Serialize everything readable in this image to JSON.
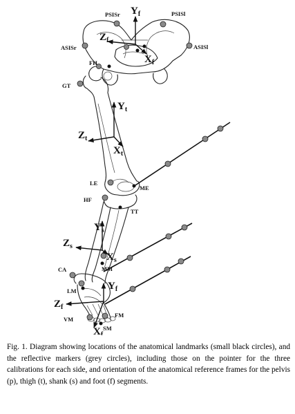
{
  "figure": {
    "landmarks": {
      "psis_r": "PSISr",
      "psis_l": "PSISl",
      "asis_r": "ASISr",
      "asis_l": "ASISl",
      "fh": "FH",
      "gt": "GT",
      "le": "LE",
      "me": "ME",
      "hf": "HF",
      "tt": "TT",
      "mm": "MM",
      "ca": "CA",
      "lm": "LM",
      "vm": "VM",
      "fm": "FM",
      "sm": "SM"
    },
    "axes": {
      "pelvis": {
        "y": "Y",
        "y_sub": "f",
        "z": "Z",
        "z_sub": "f",
        "x": "X",
        "x_sub": "f"
      },
      "thigh": {
        "y": "Y",
        "y_sub": "t",
        "z": "Z",
        "z_sub": "t",
        "x": "X",
        "x_sub": "t"
      },
      "shank": {
        "z": "Z",
        "z_sub": "s",
        "x": "X",
        "x_sub": "s",
        "y": "Y",
        "y_sub": "s"
      },
      "foot": {
        "y": "Y",
        "y_sub": "f",
        "z": "Z",
        "z_sub": "f",
        "x": "X",
        "x_sub": "f"
      }
    }
  },
  "caption": "Fig. 1. Diagram showing locations of the anatomical landmarks (small black circles), and the reflective markers (grey circles), including those on the pointer for the three calibrations for each side, and orientation of the anatomical reference frames for the pelvis (p), thigh (t), shank (s) and foot (f) segments."
}
